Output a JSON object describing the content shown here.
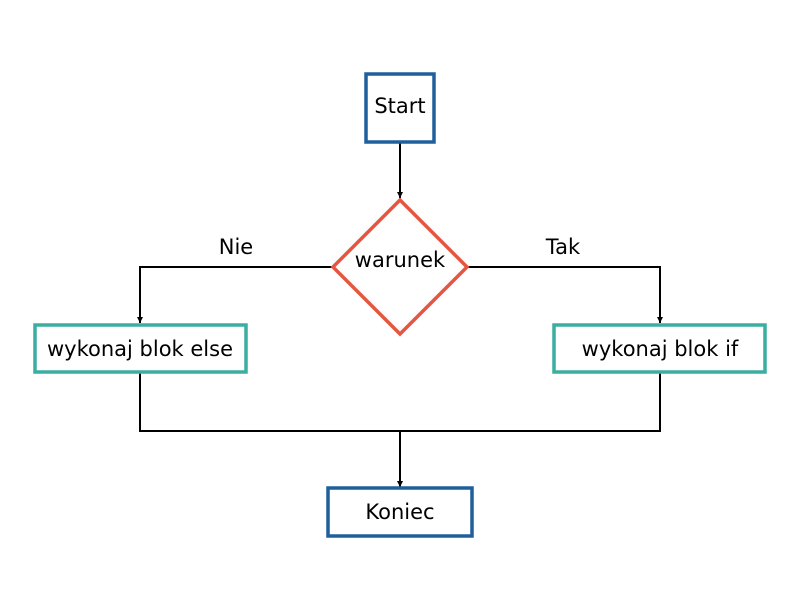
{
  "flowchart": {
    "nodes": {
      "start": {
        "label": "Start"
      },
      "condition": {
        "label": "warunek"
      },
      "else_block": {
        "label": "wykonaj blok else"
      },
      "if_block": {
        "label": "wykonaj blok if"
      },
      "end": {
        "label": "Koniec"
      }
    },
    "edges": {
      "no_label": "Nie",
      "yes_label": "Tak"
    }
  },
  "colors": {
    "terminal_border": "#1f5f9b",
    "decision_border": "#e5553f",
    "process_border": "#3aaea0",
    "connector": "#000000"
  }
}
